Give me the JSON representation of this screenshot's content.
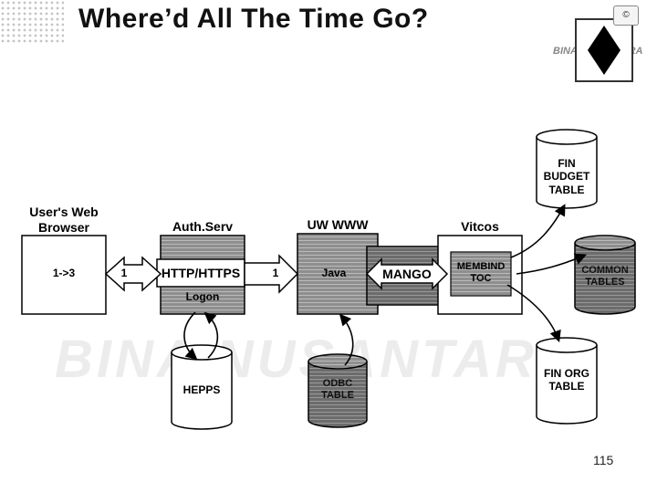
{
  "slide": {
    "title": "Where’d All The Time Go?",
    "page_number": "115"
  },
  "diagram": {
    "nodes": {
      "browser": {
        "header": "User's Web Browser",
        "label": "1->3"
      },
      "authserv": {
        "header": "Auth.Serv",
        "label": "HTTP/HTTPS",
        "sub_label": "Logon"
      },
      "uwwww": {
        "header": "UW WWW",
        "label": "Java",
        "db_label": "MANGO"
      },
      "vitcos": {
        "header": "Vitcos",
        "label": "MEMBIND TOC"
      },
      "fin_budget": {
        "label": "FIN BUDGET TABLE"
      },
      "common": {
        "label": "COMMON TABLES"
      },
      "fin_org": {
        "label": "FIN ORG TABLE"
      },
      "hepps": {
        "label": "HEPPS"
      },
      "odbc": {
        "label": "ODBC TABLE"
      }
    },
    "edges": {
      "browser_authserv": "1",
      "authserv_uwwww": "1"
    }
  },
  "watermark": {
    "text": "BINA NUSANTARA"
  },
  "logo": {
    "text": "BINA NUSANTARA"
  }
}
